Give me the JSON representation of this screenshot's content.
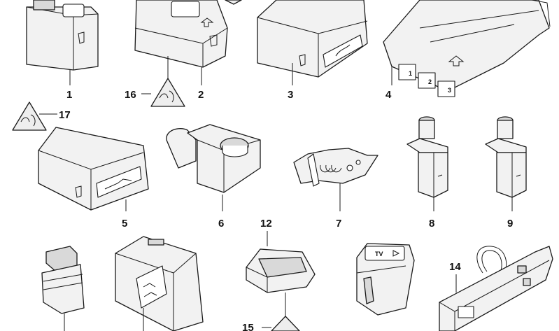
{
  "callouts": {
    "c1": "1",
    "c2": "2",
    "c3": "3",
    "c4": "4",
    "c5": "5",
    "c6": "6",
    "c7": "7",
    "c8": "8",
    "c9": "9",
    "c12": "12",
    "c14": "14",
    "c15": "15",
    "c16": "16",
    "c17": "17"
  },
  "labels": {
    "port_1": "1",
    "port_2": "2",
    "port_3": "3",
    "tv": "TV"
  }
}
